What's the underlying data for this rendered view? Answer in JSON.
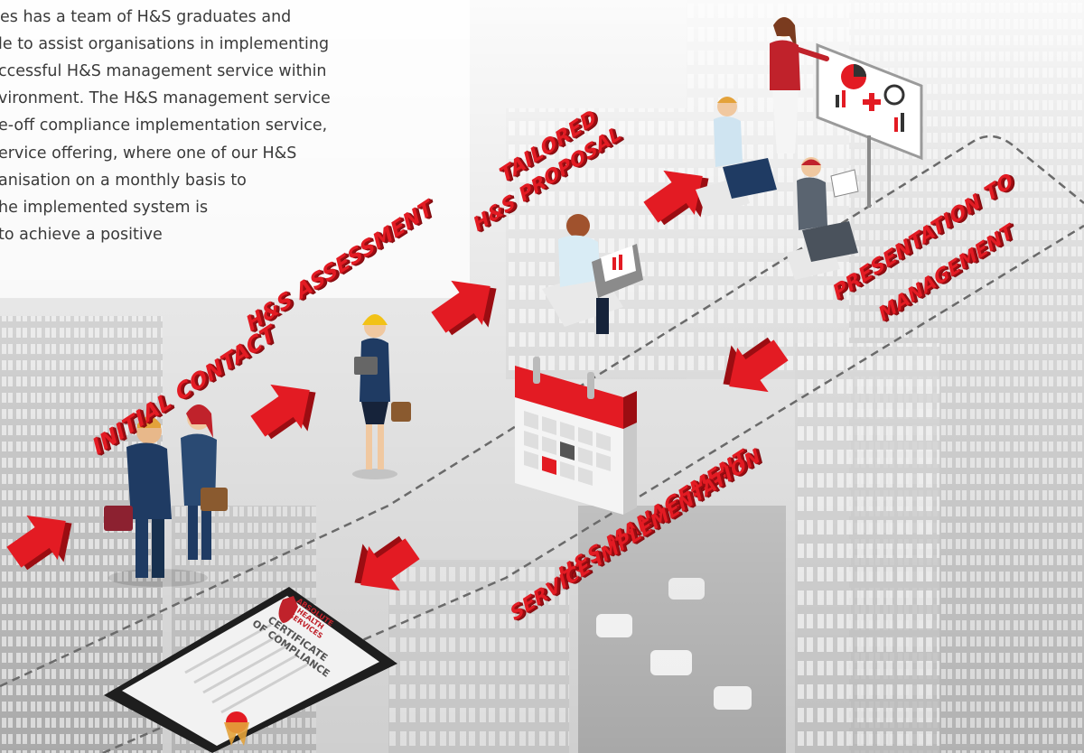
{
  "intro": {
    "lines": [
      "es has a team of H&S graduates and",
      "le to assist organisations in implementing",
      "ccessful H&S management service within",
      "vironment. The H&S management service",
      "e-off compliance implementation service,",
      "ervice offering, where one of our H&S",
      "anisation on a monthly basis to",
      "he implemented system is",
      "to achieve a positive"
    ]
  },
  "steps": {
    "initial_contact": "INITIAL CONTACT",
    "assessment": "H&S ASSESSMENT",
    "tailored_line1": "TAILORED",
    "tailored_line2": "H&S PROPOSAL",
    "presentation_line1": "PRESENTATION TO",
    "presentation_line2": "MANAGEMENT",
    "implementation_line1": "H&S MANAGEMENT",
    "implementation_line2": "SERVICE IMPLEMENTATION"
  },
  "certificate": {
    "brand_line1": "ABSOLUTE",
    "brand_line2": "HEALTH",
    "brand_line3": "SERVICES",
    "title_line1": "CERTIFICATE",
    "title_line2": "OF COMPLIANCE"
  },
  "colors": {
    "accent_red": "#e31b23",
    "shadow_red": "#9b0d12",
    "background_gray": "#d6d6d6",
    "text_gray": "#3a3a3a"
  }
}
